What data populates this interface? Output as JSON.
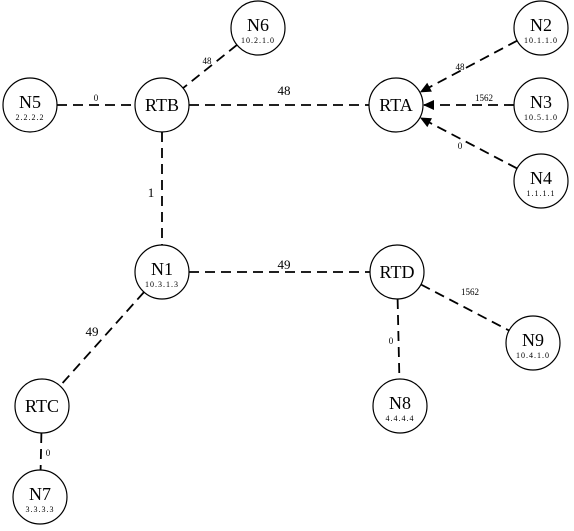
{
  "nodes": {
    "RTA": {
      "label": "RTA",
      "sub": ""
    },
    "RTB": {
      "label": "RTB",
      "sub": ""
    },
    "RTC": {
      "label": "RTC",
      "sub": ""
    },
    "RTD": {
      "label": "RTD",
      "sub": ""
    },
    "N1": {
      "label": "N1",
      "sub": "10.3.1.3"
    },
    "N2": {
      "label": "N2",
      "sub": "10.1.1.0"
    },
    "N3": {
      "label": "N3",
      "sub": "10.5.1.0"
    },
    "N4": {
      "label": "N4",
      "sub": "1.1.1.1"
    },
    "N5": {
      "label": "N5",
      "sub": "2.2.2.2"
    },
    "N6": {
      "label": "N6",
      "sub": "10.2.1.0"
    },
    "N7": {
      "label": "N7",
      "sub": "3.3.3.3"
    },
    "N8": {
      "label": "N8",
      "sub": "4.4.4.4"
    },
    "N9": {
      "label": "N9",
      "sub": "10.4.1.0"
    }
  },
  "edges": [
    {
      "id": "rtb-rta",
      "from": "RTB",
      "to": "RTA",
      "cost": "48",
      "arrow": false
    },
    {
      "id": "n5-rtb",
      "from": "N5",
      "to": "RTB",
      "cost": "0",
      "arrow": false
    },
    {
      "id": "n6-rtb",
      "from": "N6",
      "to": "RTB",
      "cost": "48",
      "arrow": false
    },
    {
      "id": "rtb-n1",
      "from": "RTB",
      "to": "N1",
      "cost": "1",
      "arrow": false
    },
    {
      "id": "n1-rtd",
      "from": "N1",
      "to": "RTD",
      "cost": "49",
      "arrow": false
    },
    {
      "id": "n1-rtc",
      "from": "N1",
      "to": "RTC",
      "cost": "49",
      "arrow": false
    },
    {
      "id": "rtc-n7",
      "from": "RTC",
      "to": "N7",
      "cost": "0",
      "arrow": false
    },
    {
      "id": "rtd-n8",
      "from": "RTD",
      "to": "N8",
      "cost": "0",
      "arrow": false
    },
    {
      "id": "rtd-n9",
      "from": "RTD",
      "to": "N9",
      "cost": "1562",
      "arrow": false
    },
    {
      "id": "n2-rta",
      "from": "N2",
      "to": "RTA",
      "cost": "48",
      "arrow": true
    },
    {
      "id": "n3-rta",
      "from": "N3",
      "to": "RTA",
      "cost": "1562",
      "arrow": true
    },
    {
      "id": "n4-rta",
      "from": "N4",
      "to": "RTA",
      "cost": "0",
      "arrow": true
    }
  ]
}
